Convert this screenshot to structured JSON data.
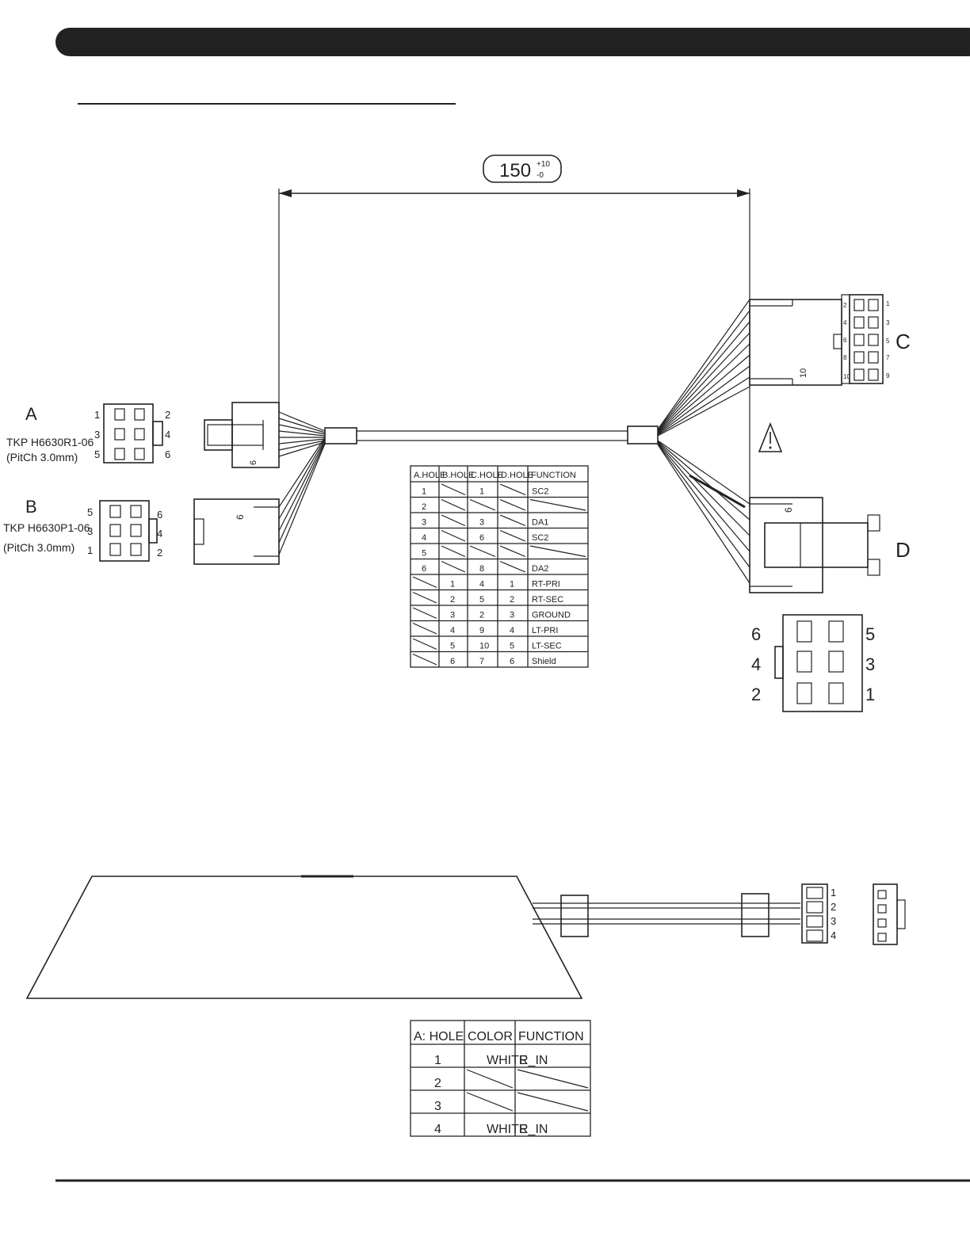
{
  "dimension": {
    "base": "150",
    "tol_plus": "+10",
    "tol_minus": "-0"
  },
  "connectors": {
    "A": {
      "letter": "A",
      "part": "TKP H6630R1-06",
      "pitch": "(PitCh 3.0mm)",
      "pins_left": [
        "1",
        "3",
        "5"
      ],
      "pins_right": [
        "2",
        "4",
        "6"
      ],
      "body_mark": "6"
    },
    "B": {
      "letter": "B",
      "part": "TKP H6630P1-06",
      "pitch": "(PitCh 3.0mm)",
      "pins_left": [
        "5",
        "3",
        "1"
      ],
      "pins_right": [
        "6",
        "4",
        "2"
      ],
      "body_mark": "6"
    },
    "C": {
      "letter": "C",
      "pins_left": [
        "2",
        "4",
        "6",
        "8",
        "10"
      ],
      "pins_right": [
        "1",
        "3",
        "5",
        "7",
        "9"
      ],
      "body_mark": "10"
    },
    "D": {
      "letter": "D",
      "pins_left": [
        "6",
        "4",
        "2"
      ],
      "pins_right": [
        "5",
        "3",
        "1"
      ],
      "body_mark": "6"
    }
  },
  "pin_table": {
    "headers": [
      "A.HOLE",
      "B.HOLE",
      "C.HOLE",
      "D.HOLE",
      "FUNCTION"
    ],
    "rows": [
      [
        "1",
        "",
        "1",
        "",
        "SC2"
      ],
      [
        "2",
        "",
        "",
        "",
        ""
      ],
      [
        "3",
        "",
        "3",
        "",
        "DA1"
      ],
      [
        "4",
        "",
        "6",
        "",
        "SC2"
      ],
      [
        "5",
        "",
        "",
        "",
        ""
      ],
      [
        "6",
        "",
        "8",
        "",
        "DA2"
      ],
      [
        "",
        "1",
        "4",
        "1",
        "RT-PRI"
      ],
      [
        "",
        "2",
        "5",
        "2",
        "RT-SEC"
      ],
      [
        "",
        "3",
        "2",
        "3",
        "GROUND"
      ],
      [
        "",
        "4",
        "9",
        "4",
        "LT-PRI"
      ],
      [
        "",
        "5",
        "10",
        "5",
        "LT-SEC"
      ],
      [
        "",
        "6",
        "7",
        "6",
        "Shield"
      ]
    ]
  },
  "sensor_table": {
    "headers": [
      "A: HOLE",
      "COLOR",
      "FUNCTION"
    ],
    "rows": [
      [
        "1",
        "WHITE",
        "R_IN"
      ],
      [
        "2",
        "",
        ""
      ],
      [
        "3",
        "",
        ""
      ],
      [
        "4",
        "WHITE",
        "R_IN"
      ]
    ]
  },
  "sensor_connector_pins": [
    "1",
    "2",
    "3",
    "4"
  ]
}
